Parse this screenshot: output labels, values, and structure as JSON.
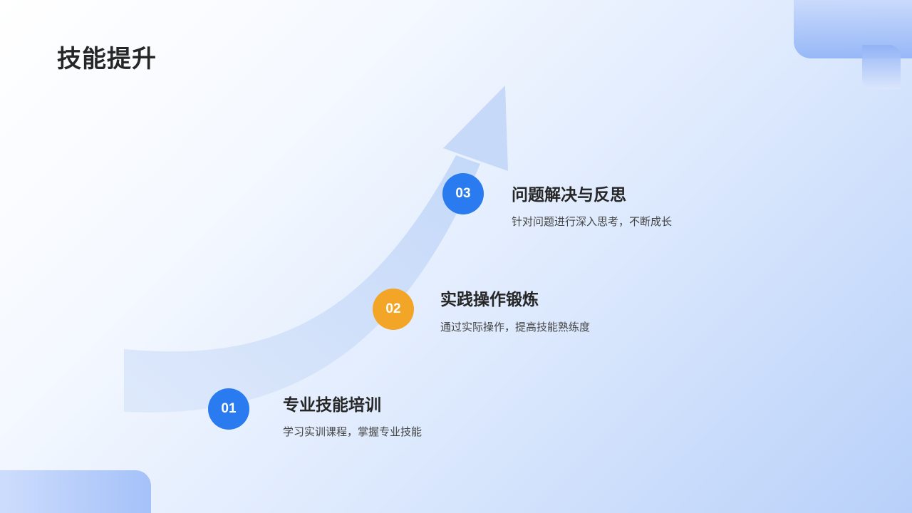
{
  "page": {
    "title": "技能提升"
  },
  "steps": [
    {
      "number": "01",
      "heading": "专业技能培训",
      "description": "学习实训课程，掌握专业技能",
      "color": "#2a7bf0"
    },
    {
      "number": "02",
      "heading": "实践操作锻炼",
      "description": "通过实际操作，提高技能熟练度",
      "color": "#f2a526"
    },
    {
      "number": "03",
      "heading": "问题解决与反思",
      "description": "针对问题进行深入思考，不断成长",
      "color": "#2a7bf0"
    }
  ],
  "colors": {
    "arrow": "#c9dcf9",
    "title_text": "#262626",
    "body_text": "#444444"
  },
  "icons": {
    "growth_arrow": "upward-curved-arrow"
  }
}
